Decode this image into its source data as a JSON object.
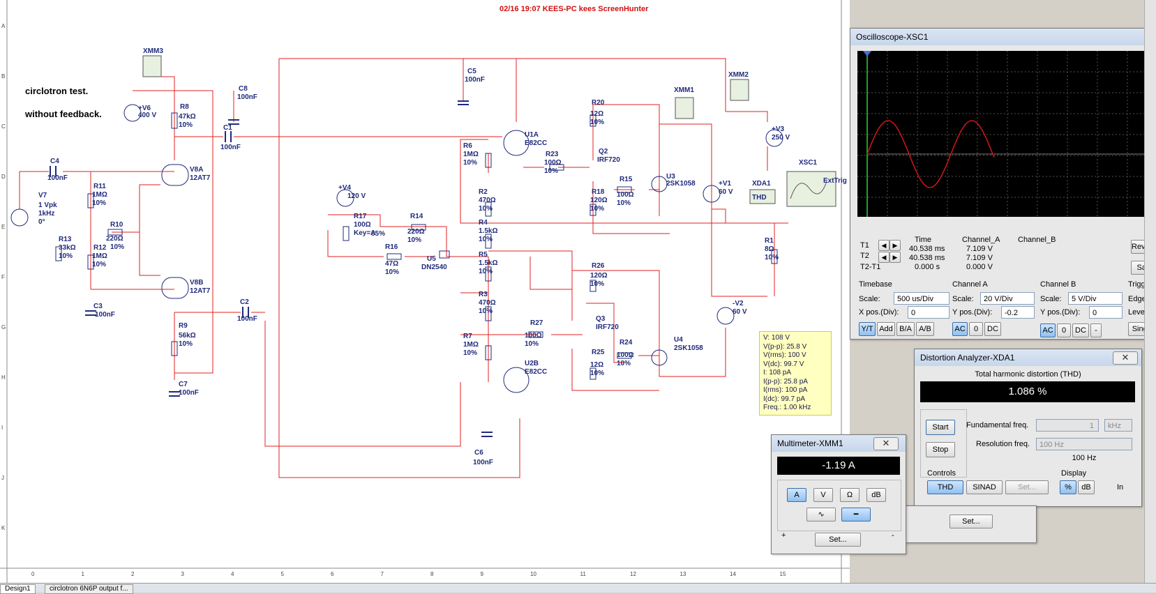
{
  "header_stamp": "02/16 19:07 KEES-PC kees ScreenHunter",
  "schematic": {
    "notes": [
      "circlotron test.",
      "without feedback."
    ],
    "labels": [
      {
        "t": "XMM3"
      },
      {
        "t": "+V6"
      },
      {
        "t": "400 V"
      },
      {
        "t": "R8"
      },
      {
        "t": "47kΩ"
      },
      {
        "t": "10%"
      },
      {
        "t": "C8"
      },
      {
        "t": "100nF"
      },
      {
        "t": "C1"
      },
      {
        "t": "100nF"
      },
      {
        "t": "C4"
      },
      {
        "t": "100nF"
      },
      {
        "t": "V7"
      },
      {
        "t": "1 Vpk"
      },
      {
        "t": "1kHz"
      },
      {
        "t": "0°"
      },
      {
        "t": "R11"
      },
      {
        "t": "1MΩ"
      },
      {
        "t": "10%"
      },
      {
        "t": "V8A"
      },
      {
        "t": "12AT7"
      },
      {
        "t": "R10"
      },
      {
        "t": "220Ω"
      },
      {
        "t": "10%"
      },
      {
        "t": "R13"
      },
      {
        "t": "33kΩ"
      },
      {
        "t": "10%"
      },
      {
        "t": "R12"
      },
      {
        "t": "1MΩ"
      },
      {
        "t": "10%"
      },
      {
        "t": "V8B"
      },
      {
        "t": "12AT7"
      },
      {
        "t": "C3"
      },
      {
        "t": "100nF"
      },
      {
        "t": "C2"
      },
      {
        "t": "100nF"
      },
      {
        "t": "R9"
      },
      {
        "t": "56kΩ"
      },
      {
        "t": "10%"
      },
      {
        "t": "C7"
      },
      {
        "t": "100nF"
      },
      {
        "t": "C5"
      },
      {
        "t": "100nF"
      },
      {
        "t": "U1A"
      },
      {
        "t": "E82CC"
      },
      {
        "t": "R6"
      },
      {
        "t": "1MΩ"
      },
      {
        "t": "10%"
      },
      {
        "t": "+V4"
      },
      {
        "t": "120 V"
      },
      {
        "t": "R17"
      },
      {
        "t": "100Ω"
      },
      {
        "t": "Key=A"
      },
      {
        "t": "85%"
      },
      {
        "t": "R14"
      },
      {
        "t": "220Ω"
      },
      {
        "t": "10%"
      },
      {
        "t": "R16"
      },
      {
        "t": "47Ω"
      },
      {
        "t": "10%"
      },
      {
        "t": "U5"
      },
      {
        "t": "DN2540"
      },
      {
        "t": "R2"
      },
      {
        "t": "470Ω"
      },
      {
        "t": "10%"
      },
      {
        "t": "R4"
      },
      {
        "t": "1.5kΩ"
      },
      {
        "t": "10%"
      },
      {
        "t": "R5"
      },
      {
        "t": "1.5kΩ"
      },
      {
        "t": "10%"
      },
      {
        "t": "R3"
      },
      {
        "t": "470Ω"
      },
      {
        "t": "10%"
      },
      {
        "t": "R7"
      },
      {
        "t": "1MΩ"
      },
      {
        "t": "10%"
      },
      {
        "t": "U2B"
      },
      {
        "t": "E82CC"
      },
      {
        "t": "C6"
      },
      {
        "t": "100nF"
      },
      {
        "t": "R20"
      },
      {
        "t": "12Ω"
      },
      {
        "t": "10%"
      },
      {
        "t": "Q2"
      },
      {
        "t": "IRF720"
      },
      {
        "t": "R23"
      },
      {
        "t": "100Ω"
      },
      {
        "t": "10%"
      },
      {
        "t": "R15"
      },
      {
        "t": "100Ω"
      },
      {
        "t": "10%"
      },
      {
        "t": "R18"
      },
      {
        "t": "120Ω"
      },
      {
        "t": "10%"
      },
      {
        "t": "U3"
      },
      {
        "t": "2SK1058"
      },
      {
        "t": "XMM1"
      },
      {
        "t": "XMM2"
      },
      {
        "t": "+V3"
      },
      {
        "t": "250 V"
      },
      {
        "t": "+V1"
      },
      {
        "t": "60 V"
      },
      {
        "t": "XDA1"
      },
      {
        "t": "XSC1"
      },
      {
        "t": "R1"
      },
      {
        "t": "8Ω"
      },
      {
        "t": "10%"
      },
      {
        "t": "R26"
      },
      {
        "t": "120Ω"
      },
      {
        "t": "10%"
      },
      {
        "t": "R27"
      },
      {
        "t": "100Ω"
      },
      {
        "t": "10%"
      },
      {
        "t": "Q3"
      },
      {
        "t": "IRF720"
      },
      {
        "t": "R24"
      },
      {
        "t": "100Ω"
      },
      {
        "t": "10%"
      },
      {
        "t": "U4"
      },
      {
        "t": "2SK1058"
      },
      {
        "t": "R25"
      },
      {
        "t": "12Ω"
      },
      {
        "t": "10%"
      },
      {
        "t": "-V2"
      },
      {
        "t": "60 V"
      },
      {
        "t": "THD"
      },
      {
        "t": "ExtTrig"
      }
    ],
    "ruler_columns": [
      "0",
      "1",
      "2",
      "3",
      "4",
      "5",
      "6",
      "7",
      "8",
      "9",
      "10",
      "11",
      "12",
      "13",
      "14",
      "15"
    ],
    "ruler_rows": [
      "A",
      "B",
      "C",
      "D",
      "E",
      "F",
      "G",
      "H",
      "I",
      "J",
      "K"
    ]
  },
  "probe": [
    "V: 108 V",
    "V(p-p): 25.8 V",
    "V(rms): 100 V",
    "V(dc): 99.7 V",
    "I: 108 pA",
    "I(p-p): 25.8 pA",
    "I(rms): 100 pA",
    "I(dc): 99.7 pA",
    "Freq.: 1.00 kHz"
  ],
  "oscilloscope": {
    "title": "Oscilloscope-XSC1",
    "cursor_rows": [
      {
        "name": "T1",
        "time": "40.538 ms",
        "a": "7.109 V",
        "b": ""
      },
      {
        "name": "T2",
        "time": "40.538 ms",
        "a": "7.109 V",
        "b": ""
      },
      {
        "name": "T2-T1",
        "time": "0.000 s",
        "a": "0.000 V",
        "b": ""
      }
    ],
    "col_time": "Time",
    "col_a": "Channel_A",
    "col_b": "Channel_B",
    "reverse": "Reverse",
    "save": "Save",
    "timebase": {
      "label": "Timebase",
      "scale_label": "Scale:",
      "scale": "500 us/Div",
      "xpos_label": "X pos.(Div):",
      "xpos": "0",
      "modes": [
        "Y/T",
        "Add",
        "B/A",
        "A/B"
      ]
    },
    "channel_a": {
      "label": "Channel A",
      "scale_label": "Scale:",
      "scale": "20 V/Div",
      "ypos_label": "Y pos.(Div):",
      "ypos": "-0.2",
      "modes": [
        "AC",
        "0",
        "DC"
      ]
    },
    "channel_b": {
      "label": "Channel B",
      "scale_label": "Scale:",
      "scale": "5 V/Div",
      "ypos_label": "Y pos.(Div):",
      "ypos": "0",
      "modes": [
        "AC",
        "0",
        "DC",
        "-"
      ]
    },
    "trigger": {
      "label": "Trigger",
      "edge_label": "Edge:",
      "level_label": "Level:",
      "single": "Single"
    },
    "trace_color": "#d01818"
  },
  "distortion": {
    "title": "Distortion Analyzer-XDA1",
    "thd_label": "Total harmonic distortion (THD)",
    "thd_value": "1.086 %",
    "start": "Start",
    "stop": "Stop",
    "fund_label": "Fundamental freq.",
    "fund_value": "1",
    "fund_unit": "kHz",
    "res_label": "Resolution freq.",
    "res_value": "100 Hz",
    "res_display": "100 Hz",
    "controls_label": "Controls",
    "display_label": "Display",
    "thd_btn": "THD",
    "sinad_btn": "SINAD",
    "set_btn": "Set...",
    "pct_btn": "%",
    "db_btn": "dB",
    "in_label": "In",
    "back_set": "Set..."
  },
  "multimeter": {
    "title": "Multimeter-XMM1",
    "reading": "-1.19 A",
    "modes": [
      "A",
      "V",
      "Ω",
      "dB"
    ],
    "set": "Set...",
    "plus": "+",
    "minus": "-"
  },
  "taskbar": {
    "tabs": [
      "Design1",
      "circlotron 6N6P output f..."
    ]
  }
}
